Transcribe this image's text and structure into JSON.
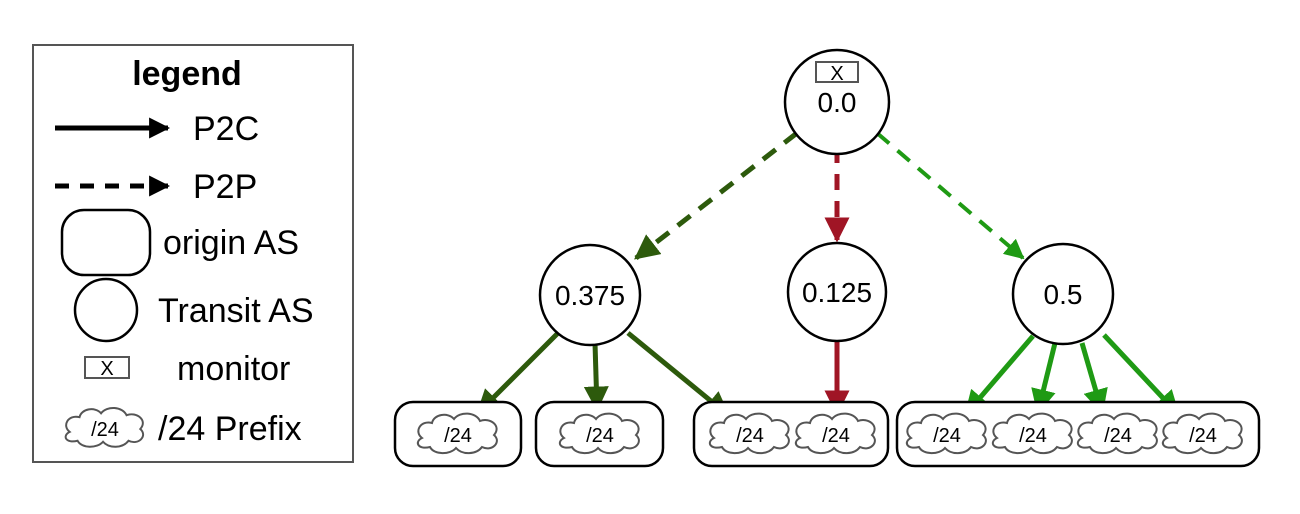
{
  "legend": {
    "title": "legend",
    "p2c": "P2C",
    "p2p": "P2P",
    "origin_as": "origin AS",
    "transit_as": "Transit AS",
    "monitor": "monitor",
    "prefix": "/24 Prefix",
    "monitor_symbol": "X",
    "prefix_symbol": "/24"
  },
  "nodes": {
    "root": "0.0",
    "left": "0.375",
    "middle": "0.125",
    "right": "0.5"
  },
  "root_monitor": "X",
  "prefix_label": "/24",
  "colors": {
    "dark_green": "#2d5a0c",
    "red": "#a01525",
    "green": "#1f9a14"
  }
}
